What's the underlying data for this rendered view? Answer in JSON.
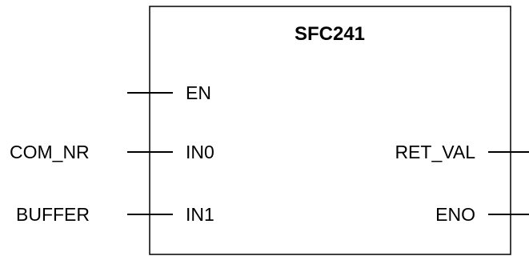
{
  "block": {
    "title": "SFC241"
  },
  "inputs": {
    "en": "EN",
    "in0": "IN0",
    "in1": "IN1"
  },
  "outputs": {
    "ret_val": "RET_VAL",
    "eno": "ENO"
  },
  "external": {
    "com_nr": "COM_NR",
    "buffer": "BUFFER"
  }
}
